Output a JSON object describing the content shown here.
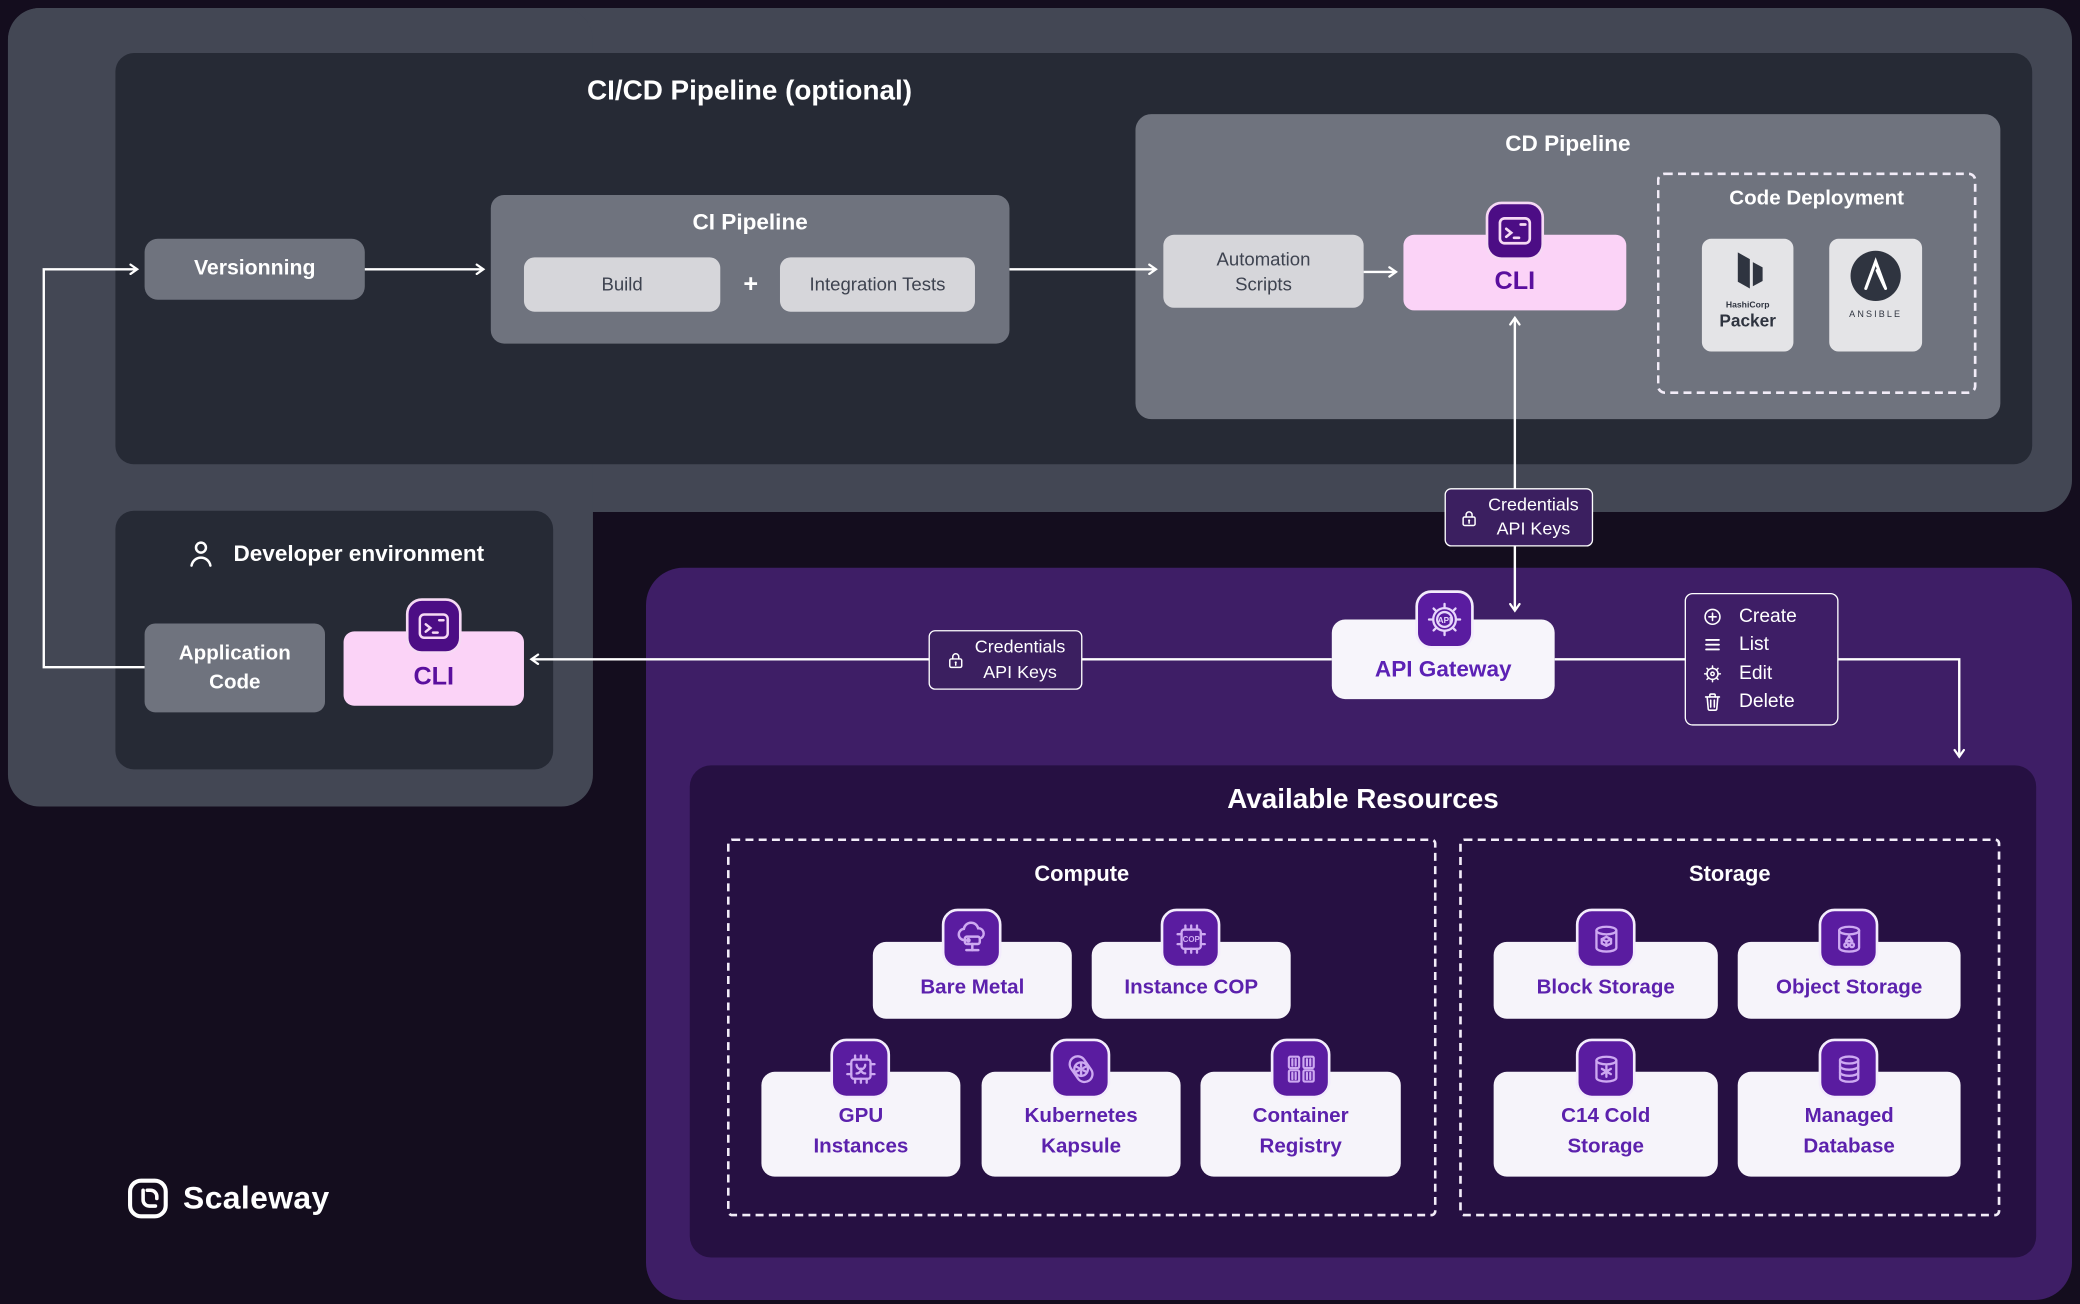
{
  "cicd": {
    "title": "CI/CD Pipeline (optional)",
    "versionning": "Versionning",
    "ci": {
      "title": "CI Pipeline",
      "build": "Build",
      "plus": "+",
      "tests": "Integration Tests"
    },
    "cd": {
      "title": "CD Pipeline",
      "automation": "Automation Scripts",
      "cli": "CLI",
      "deploy": {
        "title": "Code Deployment",
        "packer_brand": "HashiCorp",
        "packer_name": "Packer",
        "ansible_name": "ANSIBLE",
        "ansible_letter": "A"
      }
    }
  },
  "dev": {
    "title": "Developer environment",
    "app_code": "Application Code",
    "cli": "CLI"
  },
  "credentials": {
    "line1": "Credentials",
    "line2": "API Keys"
  },
  "gateway": {
    "label": "API Gateway",
    "icon_text": "API"
  },
  "menu": {
    "items": [
      {
        "label": "Create"
      },
      {
        "label": "List"
      },
      {
        "label": "Edit"
      },
      {
        "label": "Delete"
      }
    ]
  },
  "resources": {
    "title": "Available Resources",
    "compute": {
      "title": "Compute",
      "cards": [
        "Bare Metal",
        "Instance COP",
        "GPU Instances",
        "Kubernetes Kapsule",
        "Container Registry"
      ],
      "chip_text": "COP"
    },
    "storage": {
      "title": "Storage",
      "cards": [
        "Block Storage",
        "Object Storage",
        "C14 Cold Storage",
        "Managed Database"
      ]
    }
  },
  "brand": {
    "name": "Scaleway"
  },
  "colors": {
    "page_bg": "#140d1e",
    "outer_gray": "#434754",
    "panel_dark": "#262a35",
    "mid_gray": "#6f737e",
    "chip_gray": "#d6d6da",
    "pink": "#fbd3f7",
    "purple_container": "#3e1e66",
    "resources_bg": "#261042",
    "card_bg": "#f6f4fa",
    "accent_purple": "#5c21ad",
    "icon_purple": "#5a1ca0"
  }
}
